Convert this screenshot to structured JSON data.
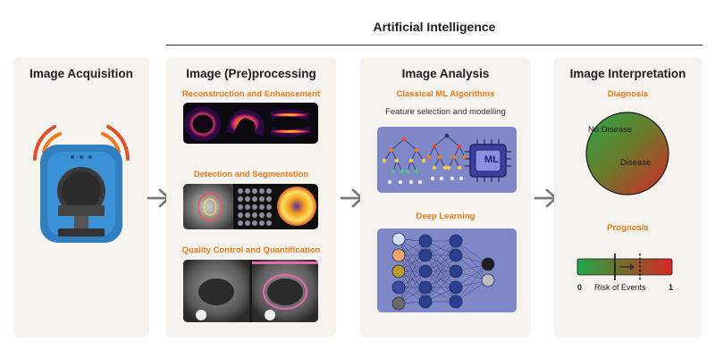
{
  "header": {
    "title": "Artificial Intelligence"
  },
  "panels": {
    "acquisition": {
      "title": "Image Acquisition"
    },
    "preprocessing": {
      "title": "Image (Pre)processing",
      "sections": [
        "Reconstruction and Enhancement",
        "Detection and Segmentation",
        "Quality Control and Quantification"
      ]
    },
    "analysis": {
      "title": "Image Analysis",
      "classical": {
        "title": "Classical ML Algorithms",
        "text": "Feature selection and modelling",
        "chip_label": "ML"
      },
      "deep": {
        "title": "Deep Learning"
      }
    },
    "interpretation": {
      "title": "Image Interpretation",
      "diagnosis": {
        "title": "Diagnosis",
        "no_disease": "No Disease",
        "disease": "Disease"
      },
      "prognosis": {
        "title": "Prognosis",
        "min": "0",
        "max": "1",
        "axis": "Risk of Events"
      }
    }
  },
  "colors": {
    "accent": "#ee7a1a",
    "panel_bg": "#f6f3ee",
    "scanner_blue": "#2f7fc1",
    "network_bg": "#7f87c6"
  }
}
